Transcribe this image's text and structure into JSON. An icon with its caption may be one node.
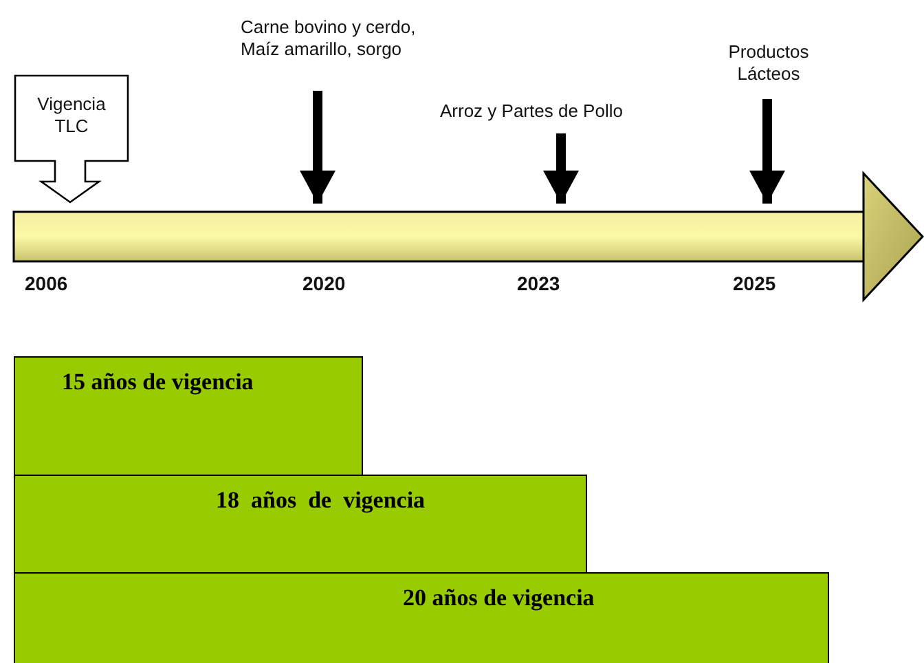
{
  "diagram": {
    "nodes": [
      {
        "text": [
          "Vigencia TLC"
        ]
      },
      {
        "text": [
          "Carne bovino y cerdo, Maíz amarillo, sorgo"
        ]
      },
      {
        "text": [
          "Arroz y Partes de Pollo"
        ]
      },
      {
        "text": [
          "Productos Lácteos"
        ]
      },
      {
        "text": [],
        "shape": "arrow"
      },
      {
        "text": [
          "15 años de vigencia"
        ]
      },
      {
        "text": [
          "18  años  de  vigencia"
        ]
      },
      {
        "text": [
          "20 años de vigencia"
        ]
      }
    ],
    "edges": [
      {
        "from": 1,
        "to": 4,
        "arrow": "to"
      },
      {
        "from": 2,
        "to": 4,
        "arrow": "to"
      },
      {
        "from": 3,
        "to": 4,
        "arrow": "to"
      }
    ],
    "labels": [
      "2006",
      "2020",
      "2023",
      "2025"
    ]
  }
}
